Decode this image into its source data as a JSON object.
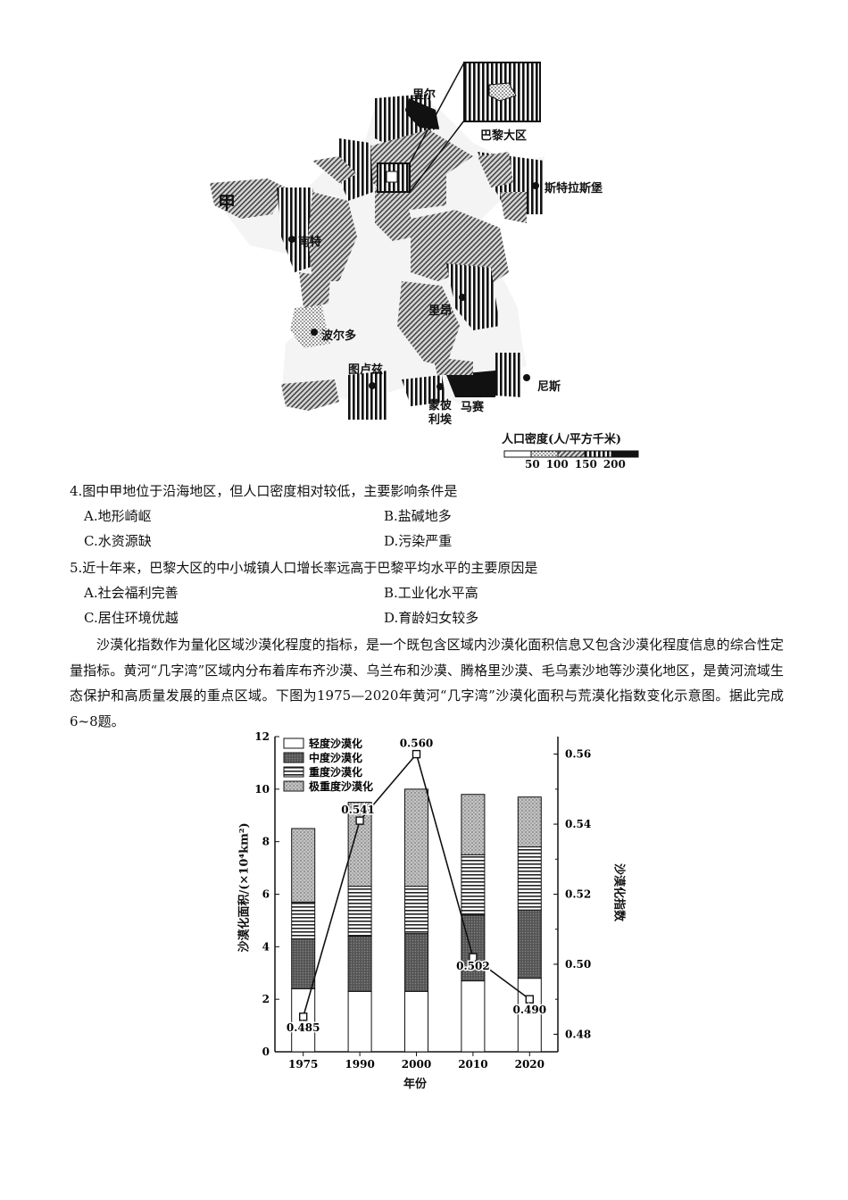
{
  "map": {
    "jia": "甲",
    "cities": {
      "lille": "里尔",
      "paris": "巴黎大区",
      "strasbourg": "斯特拉斯堡",
      "nantes": "南特",
      "lyon": "里昂",
      "bordeaux": "波尔多",
      "toulouse": "图卢兹",
      "montpellier_1": "蒙彼",
      "montpellier_2": "利埃",
      "marseille": "马赛",
      "nice": "尼斯"
    },
    "legend": {
      "title": "人口密度(人/平方千米)",
      "ticks": [
        "50",
        "100",
        "150",
        "200"
      ]
    }
  },
  "questions": [
    {
      "stem": "4.图中甲地位于沿海地区，但人口密度相对较低，主要影响条件是",
      "options": [
        "A.地形崎岖",
        "B.盐碱地多",
        "C.水资源缺",
        "D.污染严重"
      ]
    },
    {
      "stem": "5.近十年来，巴黎大区的中小城镇人口增长率远高于巴黎平均水平的主要原因是",
      "options": [
        "A.社会福利完善",
        "B.工业化水平高",
        "C.居住环境优越",
        "D.育龄妇女较多"
      ]
    }
  ],
  "passage": "沙漠化指数作为量化区域沙漠化程度的指标，是一个既包含区域内沙漠化面积信息又包含沙漠化程度信息的综合性定量指标。黄河“几字湾”区域内分布着库布齐沙漠、乌兰布和沙漠、腾格里沙漠、毛乌素沙地等沙漠化地区，是黄河流域生态保护和高质量发展的重点区域。下图为1975—2020年黄河“几字湾”沙漠化面积与荒漠化指数变化示意图。据此完成6~8题。",
  "chart_data": {
    "type": "bar",
    "categories": [
      "1975",
      "1990",
      "2000",
      "2010",
      "2020"
    ],
    "xlabel": "年份",
    "ylabel": "沙漠化面积/(×10⁴km²)",
    "ylabel_right": "沙漠化指数",
    "ylim": [
      0,
      12
    ],
    "yticks": [
      "0",
      "2",
      "4",
      "6",
      "8",
      "10",
      "12"
    ],
    "ylim_right": [
      0.475,
      0.565
    ],
    "yticks_right": [
      "0.48",
      "0.50",
      "0.52",
      "0.54",
      "0.56"
    ],
    "series": [
      {
        "name": "轻度沙漠化",
        "values": [
          2.4,
          2.3,
          2.3,
          2.7,
          2.8
        ],
        "pattern": "white"
      },
      {
        "name": "中度沙漠化",
        "values": [
          1.9,
          2.1,
          2.2,
          2.5,
          2.6
        ],
        "pattern": "dark"
      },
      {
        "name": "重度沙漠化",
        "values": [
          1.4,
          1.9,
          1.8,
          2.3,
          2.4
        ],
        "pattern": "hlines"
      },
      {
        "name": "极重度沙漠化",
        "values": [
          2.8,
          3.2,
          3.7,
          2.3,
          1.9
        ],
        "pattern": "dots"
      }
    ],
    "index_line": {
      "values": [
        0.485,
        0.541,
        0.56,
        0.502,
        0.49
      ],
      "labels": [
        "0.485",
        "0.541",
        "0.560",
        "0.502",
        "0.490"
      ]
    }
  }
}
